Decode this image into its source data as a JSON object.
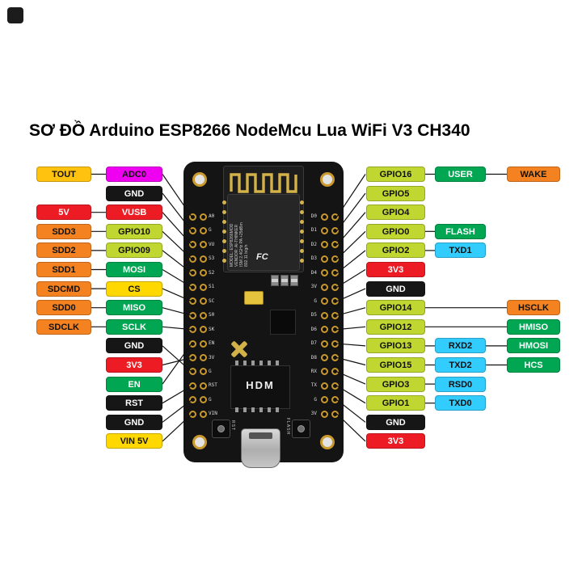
{
  "title": "SƠ ĐỒ Arduino ESP8266 NodeMcu Lua WiFi V3 CH340",
  "palette": {
    "amber": "#FFC20E",
    "yellow": "#FFD800",
    "orange": "#F58220",
    "red": "#ED1C24",
    "magenta": "#F000F0",
    "black": "#161616",
    "lime": "#BFD730",
    "green": "#00A651",
    "cyan": "#33CCFF"
  },
  "left_rows": [
    {
      "outer": "TOUT",
      "outer_color": "amber",
      "label": "ADC0",
      "color": "magenta",
      "pin": 0
    },
    {
      "label": "GND",
      "color": "black",
      "pin": 1
    },
    {
      "outer": "5V",
      "outer_color": "red",
      "label": "VUSB",
      "color": "red",
      "pin": 2
    },
    {
      "outer": "SDD3",
      "outer_color": "orange",
      "label": "GPIO10",
      "color": "lime",
      "pin": 3
    },
    {
      "outer": "SDD2",
      "outer_color": "orange",
      "label": "GPIO09",
      "color": "lime",
      "pin": 4
    },
    {
      "outer": "SDD1",
      "outer_color": "orange",
      "label": "MOSI",
      "color": "green",
      "pin": 5
    },
    {
      "outer": "SDCMD",
      "outer_color": "orange",
      "label": "CS",
      "color": "yellow",
      "pin": 6
    },
    {
      "outer": "SDD0",
      "outer_color": "orange",
      "label": "MISO",
      "color": "green",
      "pin": 7
    },
    {
      "outer": "SDCLK",
      "outer_color": "orange",
      "label": "SCLK",
      "color": "green",
      "pin": 8
    },
    {
      "label": "GND",
      "color": "black",
      "pin": 11
    },
    {
      "label": "3V3",
      "color": "red",
      "pin": 10
    },
    {
      "label": "EN",
      "color": "green",
      "pin": 9
    },
    {
      "label": "RST",
      "color": "black",
      "pin": 12
    },
    {
      "label": "GND",
      "color": "black",
      "pin": 13
    },
    {
      "label": "VIN 5V",
      "color": "yellow",
      "pin": 14
    }
  ],
  "right_rows": [
    {
      "label": "GPIO16",
      "color": "lime",
      "mid": "USER",
      "mid_color": "green",
      "outer": "WAKE",
      "outer_color": "orange",
      "pin": 0
    },
    {
      "label": "GPIO5",
      "color": "lime",
      "pin": 1
    },
    {
      "label": "GPIO4",
      "color": "lime",
      "pin": 2
    },
    {
      "label": "GPIO0",
      "color": "lime",
      "mid": "FLASH",
      "mid_color": "green",
      "pin": 3
    },
    {
      "label": "GPIO2",
      "color": "lime",
      "mid": "TXD1",
      "mid_color": "cyan",
      "pin": 4
    },
    {
      "label": "3V3",
      "color": "red",
      "pin": 5
    },
    {
      "label": "GND",
      "color": "black",
      "pin": 6
    },
    {
      "label": "GPIO14",
      "color": "lime",
      "outer": "HSCLK",
      "outer_color": "orange",
      "pin": 7
    },
    {
      "label": "GPIO12",
      "color": "lime",
      "outer": "HMISO",
      "outer_color": "green",
      "pin": 8
    },
    {
      "label": "GPIO13",
      "color": "lime",
      "mid": "RXD2",
      "mid_color": "cyan",
      "outer": "HMOSI",
      "outer_color": "green",
      "pin": 9
    },
    {
      "label": "GPIO15",
      "color": "lime",
      "mid": "TXD2",
      "mid_color": "cyan",
      "outer": "HCS",
      "outer_color": "green",
      "pin": 10
    },
    {
      "label": "GPIO3",
      "color": "lime",
      "mid": "RSD0",
      "mid_color": "cyan",
      "pin": 11
    },
    {
      "label": "GPIO1",
      "color": "lime",
      "mid": "TXD0",
      "mid_color": "cyan",
      "pin": 12
    },
    {
      "label": "GND",
      "color": "black",
      "pin": 13
    },
    {
      "label": "3V3",
      "color": "red",
      "pin": 14
    }
  ],
  "board": {
    "silk_left": [
      "A0",
      "G",
      "VU",
      "S3",
      "S2",
      "S1",
      "SC",
      "S0",
      "SK",
      "EN",
      "3V",
      "G",
      "RST",
      "G",
      "VIN"
    ],
    "silk_right": [
      "D0",
      "D1",
      "D2",
      "D3",
      "D4",
      "3V",
      "G",
      "D5",
      "D6",
      "D7",
      "D8",
      "RX",
      "TX",
      "G",
      "3V"
    ],
    "module_lines": [
      "MODEL: ESP8266MOD",
      "VENDOR: AI-THINKER",
      "ISM 2.4GHz PA +25dBm",
      "802.11 b/g/n"
    ],
    "fcc_mark": "FC",
    "chip_label": "HDM",
    "buttons": [
      {
        "label": "RST"
      },
      {
        "label": "FLASH"
      }
    ]
  }
}
